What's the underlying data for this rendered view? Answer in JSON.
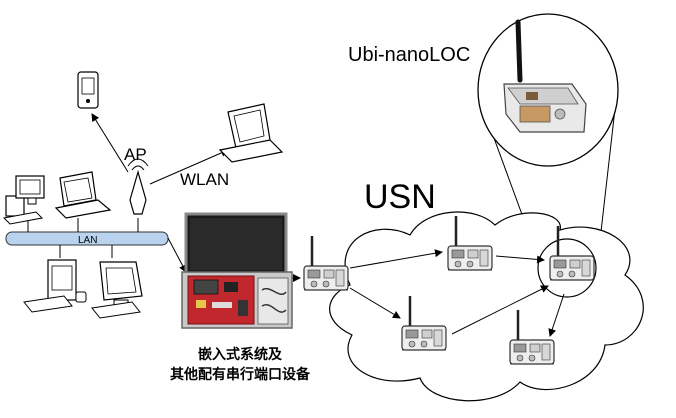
{
  "labels": {
    "ubi_nanoloc": "Ubi-nanoLOC",
    "usn": "USN",
    "ap": "AP",
    "wlan": "WLAN",
    "lan": "LAN",
    "caption_line1": "嵌入式系统及",
    "caption_line2": "其他配有串行端口设备"
  },
  "colors": {
    "lan_bar": "#b9d3ee",
    "board_red": "#c0282d",
    "case_silver": "#c9c9c9",
    "line": "#000000"
  },
  "icons": [
    "pda-icon",
    "laptop-icon",
    "ap-antenna-icon",
    "desktop-pc-icon",
    "workstation-icon",
    "crt-monitor-icon",
    "embedded-kit-icon",
    "sensor-node-icon",
    "ubi-nanoloc-module-icon",
    "usn-cloud-icon"
  ]
}
